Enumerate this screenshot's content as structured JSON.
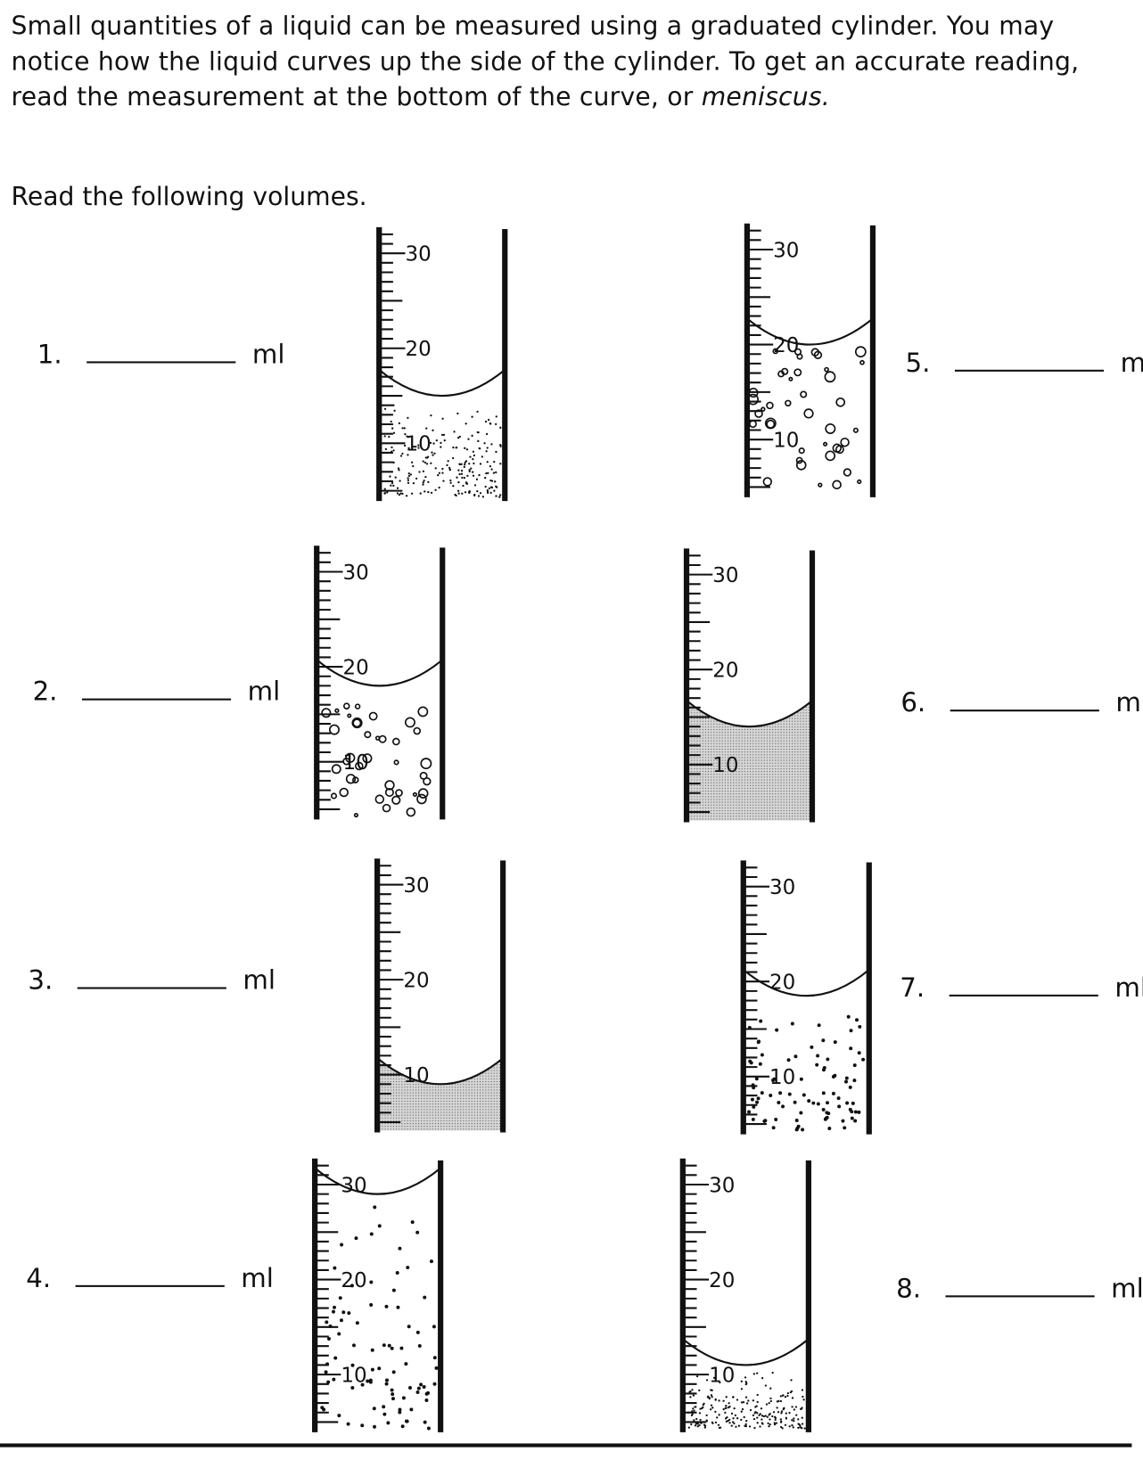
{
  "intro": {
    "text": "Small quantities of a liquid can be measured using a graduated cylinder. You may notice how the liquid curves up the side of the cylinder. To get an accurate reading, read the measurement at the bottom of the curve, or ",
    "term": "meniscus."
  },
  "instruction": "Read the following volumes.",
  "unit": "ml",
  "scale_labels": [
    "30",
    "20",
    "10"
  ],
  "questions": [
    {
      "num": "1.",
      "meniscus_ml": 15,
      "fill": "stipple"
    },
    {
      "num": "2.",
      "meniscus_ml": 18,
      "fill": "bubbles"
    },
    {
      "num": "3.",
      "meniscus_ml": 9,
      "fill": "shaded"
    },
    {
      "num": "4.",
      "meniscus_ml": 29,
      "fill": "dots"
    },
    {
      "num": "5.",
      "meniscus_ml": 20,
      "fill": "bubbles"
    },
    {
      "num": "6.",
      "meniscus_ml": 14,
      "fill": "shaded"
    },
    {
      "num": "7.",
      "meniscus_ml": 18.5,
      "fill": "dots"
    },
    {
      "num": "8.",
      "meniscus_ml": 11,
      "fill": "stipple"
    }
  ]
}
